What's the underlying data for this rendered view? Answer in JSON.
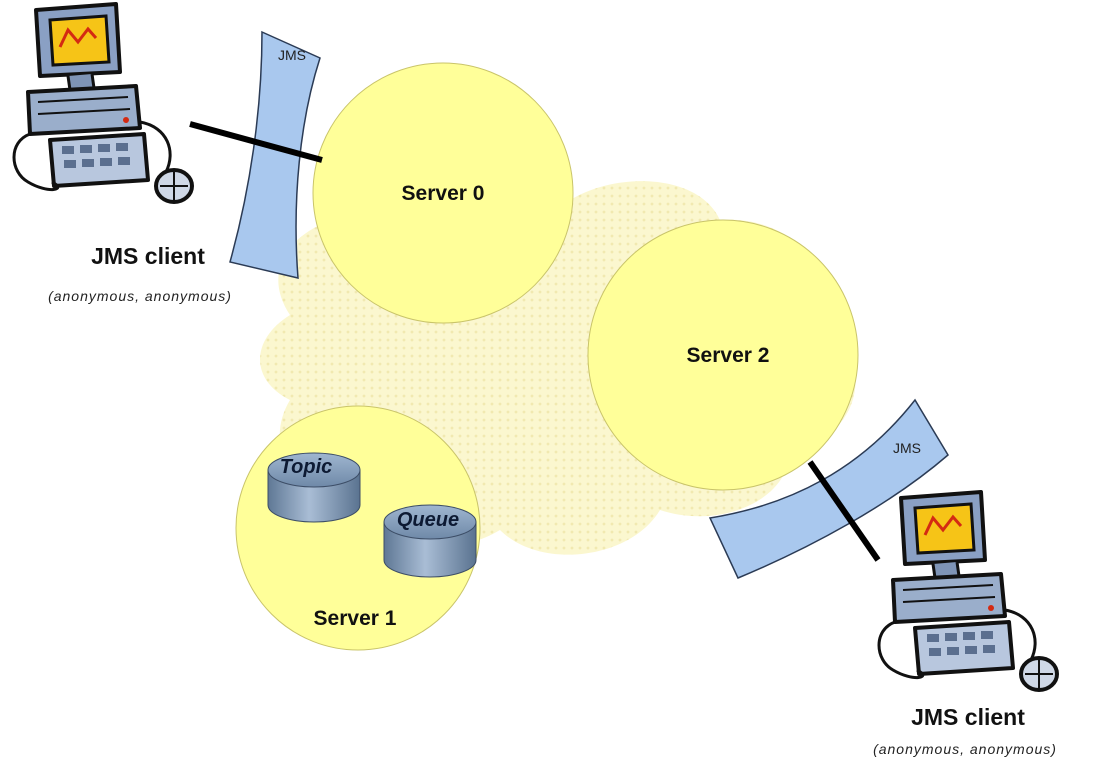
{
  "servers": {
    "server0": "Server 0",
    "server1": "Server 1",
    "server2": "Server 2"
  },
  "destinations": {
    "topic": "Topic",
    "queue": "Queue"
  },
  "clients": {
    "left": {
      "name": "JMS client",
      "credentials": "(anonymous, anonymous)",
      "connector": "JMS"
    },
    "right": {
      "name": "JMS client",
      "credentials": "(anonymous, anonymous)",
      "connector": "JMS"
    }
  },
  "colors": {
    "server_fill": "#ffff99",
    "cloud_fill": "#fbf7cf",
    "connector_fill": "#a9c8ee",
    "database_fill": "#7d97b5"
  },
  "icons": [
    "computer-icon",
    "database-icon"
  ]
}
